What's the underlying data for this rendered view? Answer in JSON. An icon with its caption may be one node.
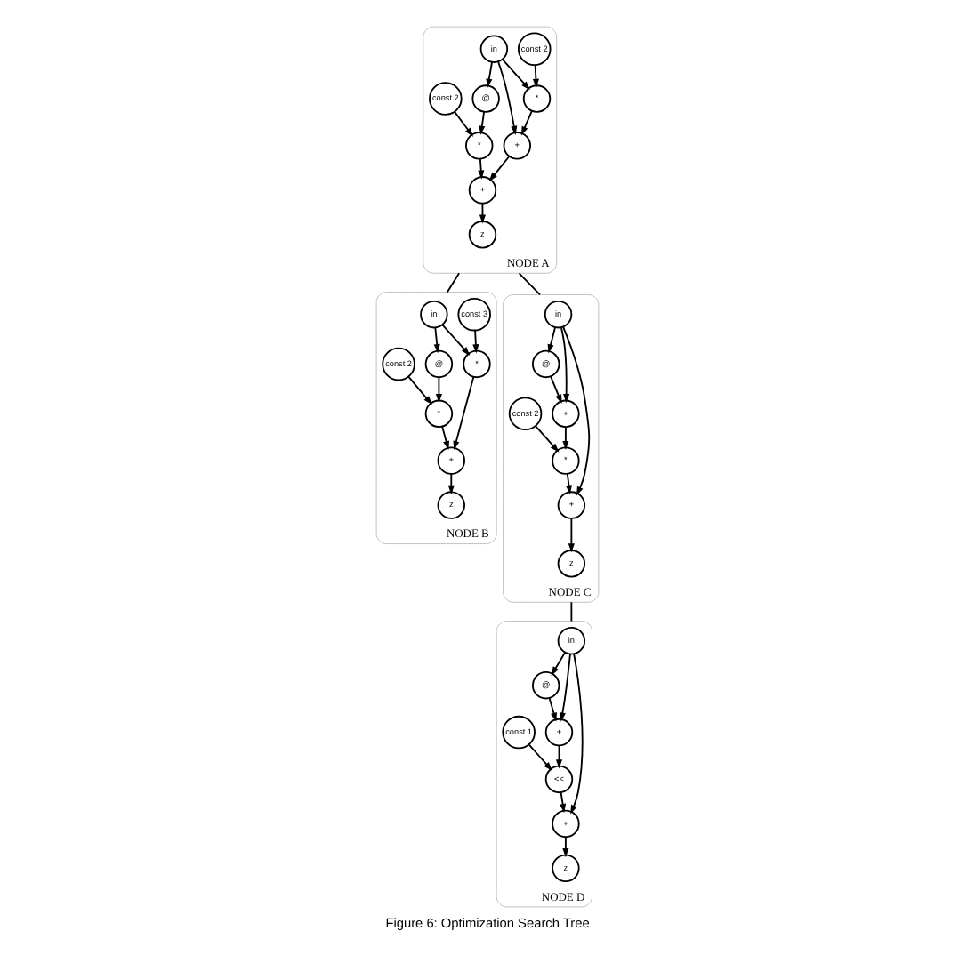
{
  "diagram": {
    "caption": "Figure 6: Optimization Search Tree",
    "nodes": [
      {
        "text": [
          "NODE A"
        ]
      },
      {
        "text": [
          "in"
        ],
        "in": 0
      },
      {
        "text": [
          "const 2"
        ],
        "in": 0
      },
      {
        "text": [
          "*"
        ],
        "in": 0
      },
      {
        "text": [
          "@"
        ],
        "in": 0
      },
      {
        "text": [
          "const 2"
        ],
        "in": 0
      },
      {
        "text": [
          "+"
        ],
        "in": 0
      },
      {
        "text": [
          "*"
        ],
        "in": 0
      },
      {
        "text": [
          "+"
        ],
        "in": 0
      },
      {
        "text": [
          "z"
        ],
        "in": 0
      },
      {
        "text": [
          "NODE B"
        ]
      },
      {
        "text": [
          "in"
        ],
        "in": 10
      },
      {
        "text": [
          "const 3"
        ],
        "in": 10
      },
      {
        "text": [
          "@"
        ],
        "in": 10
      },
      {
        "text": [
          "const 2"
        ],
        "in": 10
      },
      {
        "text": [
          "*"
        ],
        "in": 10
      },
      {
        "text": [
          "*"
        ],
        "in": 10
      },
      {
        "text": [
          "+"
        ],
        "in": 10
      },
      {
        "text": [
          "z"
        ],
        "in": 10
      },
      {
        "text": [
          "NODE C"
        ]
      },
      {
        "text": [
          "in"
        ],
        "in": 19
      },
      {
        "text": [
          "@"
        ],
        "in": 19
      },
      {
        "text": [
          "+"
        ],
        "in": 19
      },
      {
        "text": [
          "const 2"
        ],
        "in": 19
      },
      {
        "text": [
          "*"
        ],
        "in": 19
      },
      {
        "text": [
          "+"
        ],
        "in": 19
      },
      {
        "text": [
          "z"
        ],
        "in": 19
      },
      {
        "text": [
          "NODE D"
        ]
      },
      {
        "text": [
          "in"
        ],
        "in": 27
      },
      {
        "text": [
          "@"
        ],
        "in": 27
      },
      {
        "text": [
          "+"
        ],
        "in": 27
      },
      {
        "text": [
          "const 1"
        ],
        "in": 27
      },
      {
        "text": [
          "<<"
        ],
        "in": 27
      },
      {
        "text": [
          "+"
        ],
        "in": 27
      },
      {
        "text": [
          "z"
        ],
        "in": 27
      }
    ],
    "edges": [
      {
        "from": 1,
        "to": 3,
        "arrow": "to"
      },
      {
        "from": 1,
        "to": 6,
        "arrow": "to"
      },
      {
        "from": 1,
        "to": 4,
        "arrow": "to"
      },
      {
        "from": 2,
        "to": 3,
        "arrow": "to"
      },
      {
        "from": 3,
        "to": 6,
        "arrow": "to"
      },
      {
        "from": 4,
        "to": 7,
        "arrow": "to"
      },
      {
        "from": 5,
        "to": 7,
        "arrow": "to"
      },
      {
        "from": 6,
        "to": 8,
        "arrow": "to"
      },
      {
        "from": 7,
        "to": 8,
        "arrow": "to"
      },
      {
        "from": 8,
        "to": 9,
        "arrow": "to"
      },
      {
        "from": 11,
        "to": 15,
        "arrow": "to"
      },
      {
        "from": 11,
        "to": 13,
        "arrow": "to"
      },
      {
        "from": 12,
        "to": 15,
        "arrow": "to"
      },
      {
        "from": 13,
        "to": 16,
        "arrow": "to"
      },
      {
        "from": 14,
        "to": 16,
        "arrow": "to"
      },
      {
        "from": 15,
        "to": 17,
        "arrow": "to"
      },
      {
        "from": 16,
        "to": 17,
        "arrow": "to"
      },
      {
        "from": 17,
        "to": 18,
        "arrow": "to"
      },
      {
        "from": 20,
        "to": 21,
        "arrow": "to"
      },
      {
        "from": 20,
        "to": 22,
        "arrow": "to"
      },
      {
        "from": 20,
        "to": 25,
        "arrow": "to"
      },
      {
        "from": 21,
        "to": 22,
        "arrow": "to"
      },
      {
        "from": 22,
        "to": 24,
        "arrow": "to"
      },
      {
        "from": 23,
        "to": 24,
        "arrow": "to"
      },
      {
        "from": 24,
        "to": 25,
        "arrow": "to"
      },
      {
        "from": 25,
        "to": 26,
        "arrow": "to"
      },
      {
        "from": 28,
        "to": 29,
        "arrow": "to"
      },
      {
        "from": 28,
        "to": 30,
        "arrow": "to"
      },
      {
        "from": 28,
        "to": 33,
        "arrow": "to"
      },
      {
        "from": 29,
        "to": 30,
        "arrow": "to"
      },
      {
        "from": 30,
        "to": 32,
        "arrow": "to"
      },
      {
        "from": 31,
        "to": 32,
        "arrow": "to"
      },
      {
        "from": 32,
        "to": 33,
        "arrow": "to"
      },
      {
        "from": 33,
        "to": 34,
        "arrow": "to"
      },
      {
        "from": 0,
        "to": 10,
        "arrow": "none"
      },
      {
        "from": 0,
        "to": 19,
        "arrow": "none"
      },
      {
        "from": 19,
        "to": 27,
        "arrow": "none"
      }
    ]
  }
}
